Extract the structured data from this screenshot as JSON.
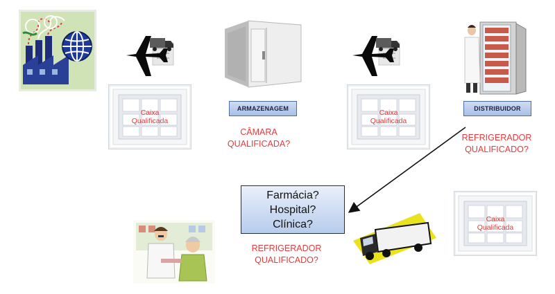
{
  "diagram": {
    "caixa_label_line1": "Caixa",
    "caixa_label_line2": "Qualificada",
    "armazenagem_label": "ARMAZENAGEM",
    "distribuidor_label": "DISTRIBUIDOR",
    "camara_line1": "CÂMARA",
    "camara_line2": "QUALIFICADA?",
    "refrigerador_line1": "REFRIGERADOR",
    "refrigerador_line2": "QUALIFICADO?",
    "destination_options": [
      "Farmácia?",
      "Hospital?",
      "Clínica?"
    ],
    "bottom_refrigerador_line1": "REFRIGERADOR",
    "bottom_refrigerador_line2": "QUALIFICADO?"
  },
  "colors": {
    "accent_red": "#e23b3b",
    "label_blue": "#a9bfe6",
    "factory_green": "#2e8b3a",
    "globe_blue": "#1f3b99",
    "truck_yellow": "#e9e21c"
  },
  "icons": [
    "factory-icon",
    "globe-icon",
    "airplane-icon",
    "truck-icon",
    "cold-room-icon",
    "refrigerator-icon",
    "pharmacy-icon",
    "delivery-truck-icon"
  ]
}
